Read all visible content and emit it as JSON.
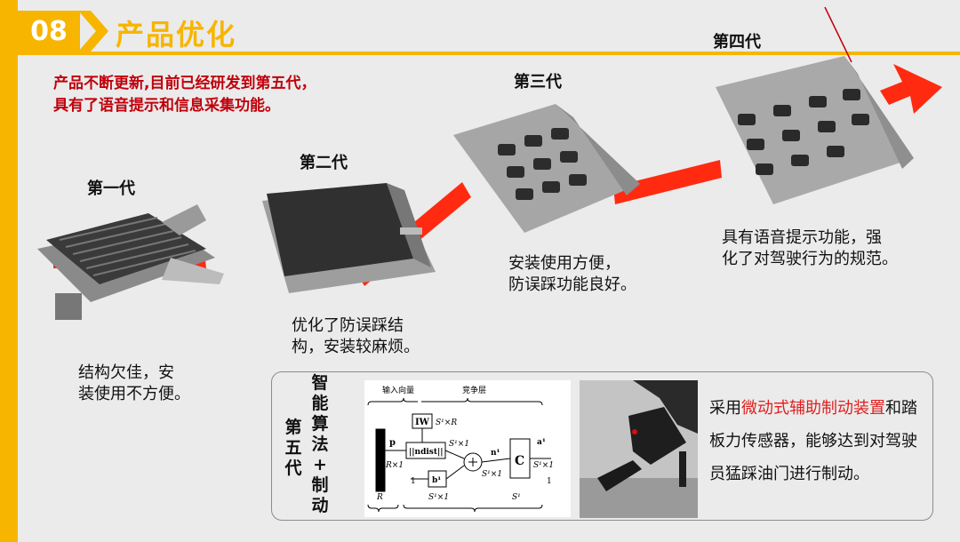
{
  "header": {
    "section_number": "08",
    "title": "产品优化"
  },
  "intro": {
    "line1": "产品不断更新,目前已经研发到第五代，",
    "line2": "具有了语音提示和信息采集功能。"
  },
  "generations": [
    {
      "label": "第一代",
      "desc1": "结构欠佳，安",
      "desc2": "装使用不方便。"
    },
    {
      "label": "第二代",
      "desc1": "优化了防误踩结",
      "desc2": "构，安装较麻烦。"
    },
    {
      "label": "第三代",
      "desc1": "安装使用方便，",
      "desc2": "防误踩功能良好。"
    },
    {
      "label": "第四代",
      "desc1": "具有语音提示功能，强",
      "desc2": "化了对驾驶行为的规范。"
    }
  ],
  "fifth": {
    "gen_label_chars": [
      "第",
      "五",
      "代"
    ],
    "method_chars": [
      "智",
      "能",
      "算",
      "法",
      "+",
      "制",
      "动"
    ],
    "text_pre": "采用",
    "text_highlight": "微动式辅助制动装置",
    "text_post": "和踏板力传感器，能够达到对驾驶员猛踩油门进行制动。"
  },
  "diagram": {
    "input_label": "输入向量",
    "layer_label": "竞争层",
    "iw": "IW",
    "iw_dim": "S¹×R",
    "ndist": "||ndist||",
    "dim1": "S¹×1",
    "dim2": "S¹×1",
    "dim3": "S¹×1",
    "dim4": "S¹×1",
    "p": "p",
    "r1": "R×1",
    "r": "R",
    "one": "1",
    "b": "b¹",
    "n": "n¹",
    "c": "C",
    "a": "a¹",
    "s": "S¹",
    "one2": "1"
  },
  "colors": {
    "accent": "#f7b500",
    "intro_red": "#c0000b",
    "highlight_red": "#e02020",
    "arrow_red": "#ff2a10"
  }
}
